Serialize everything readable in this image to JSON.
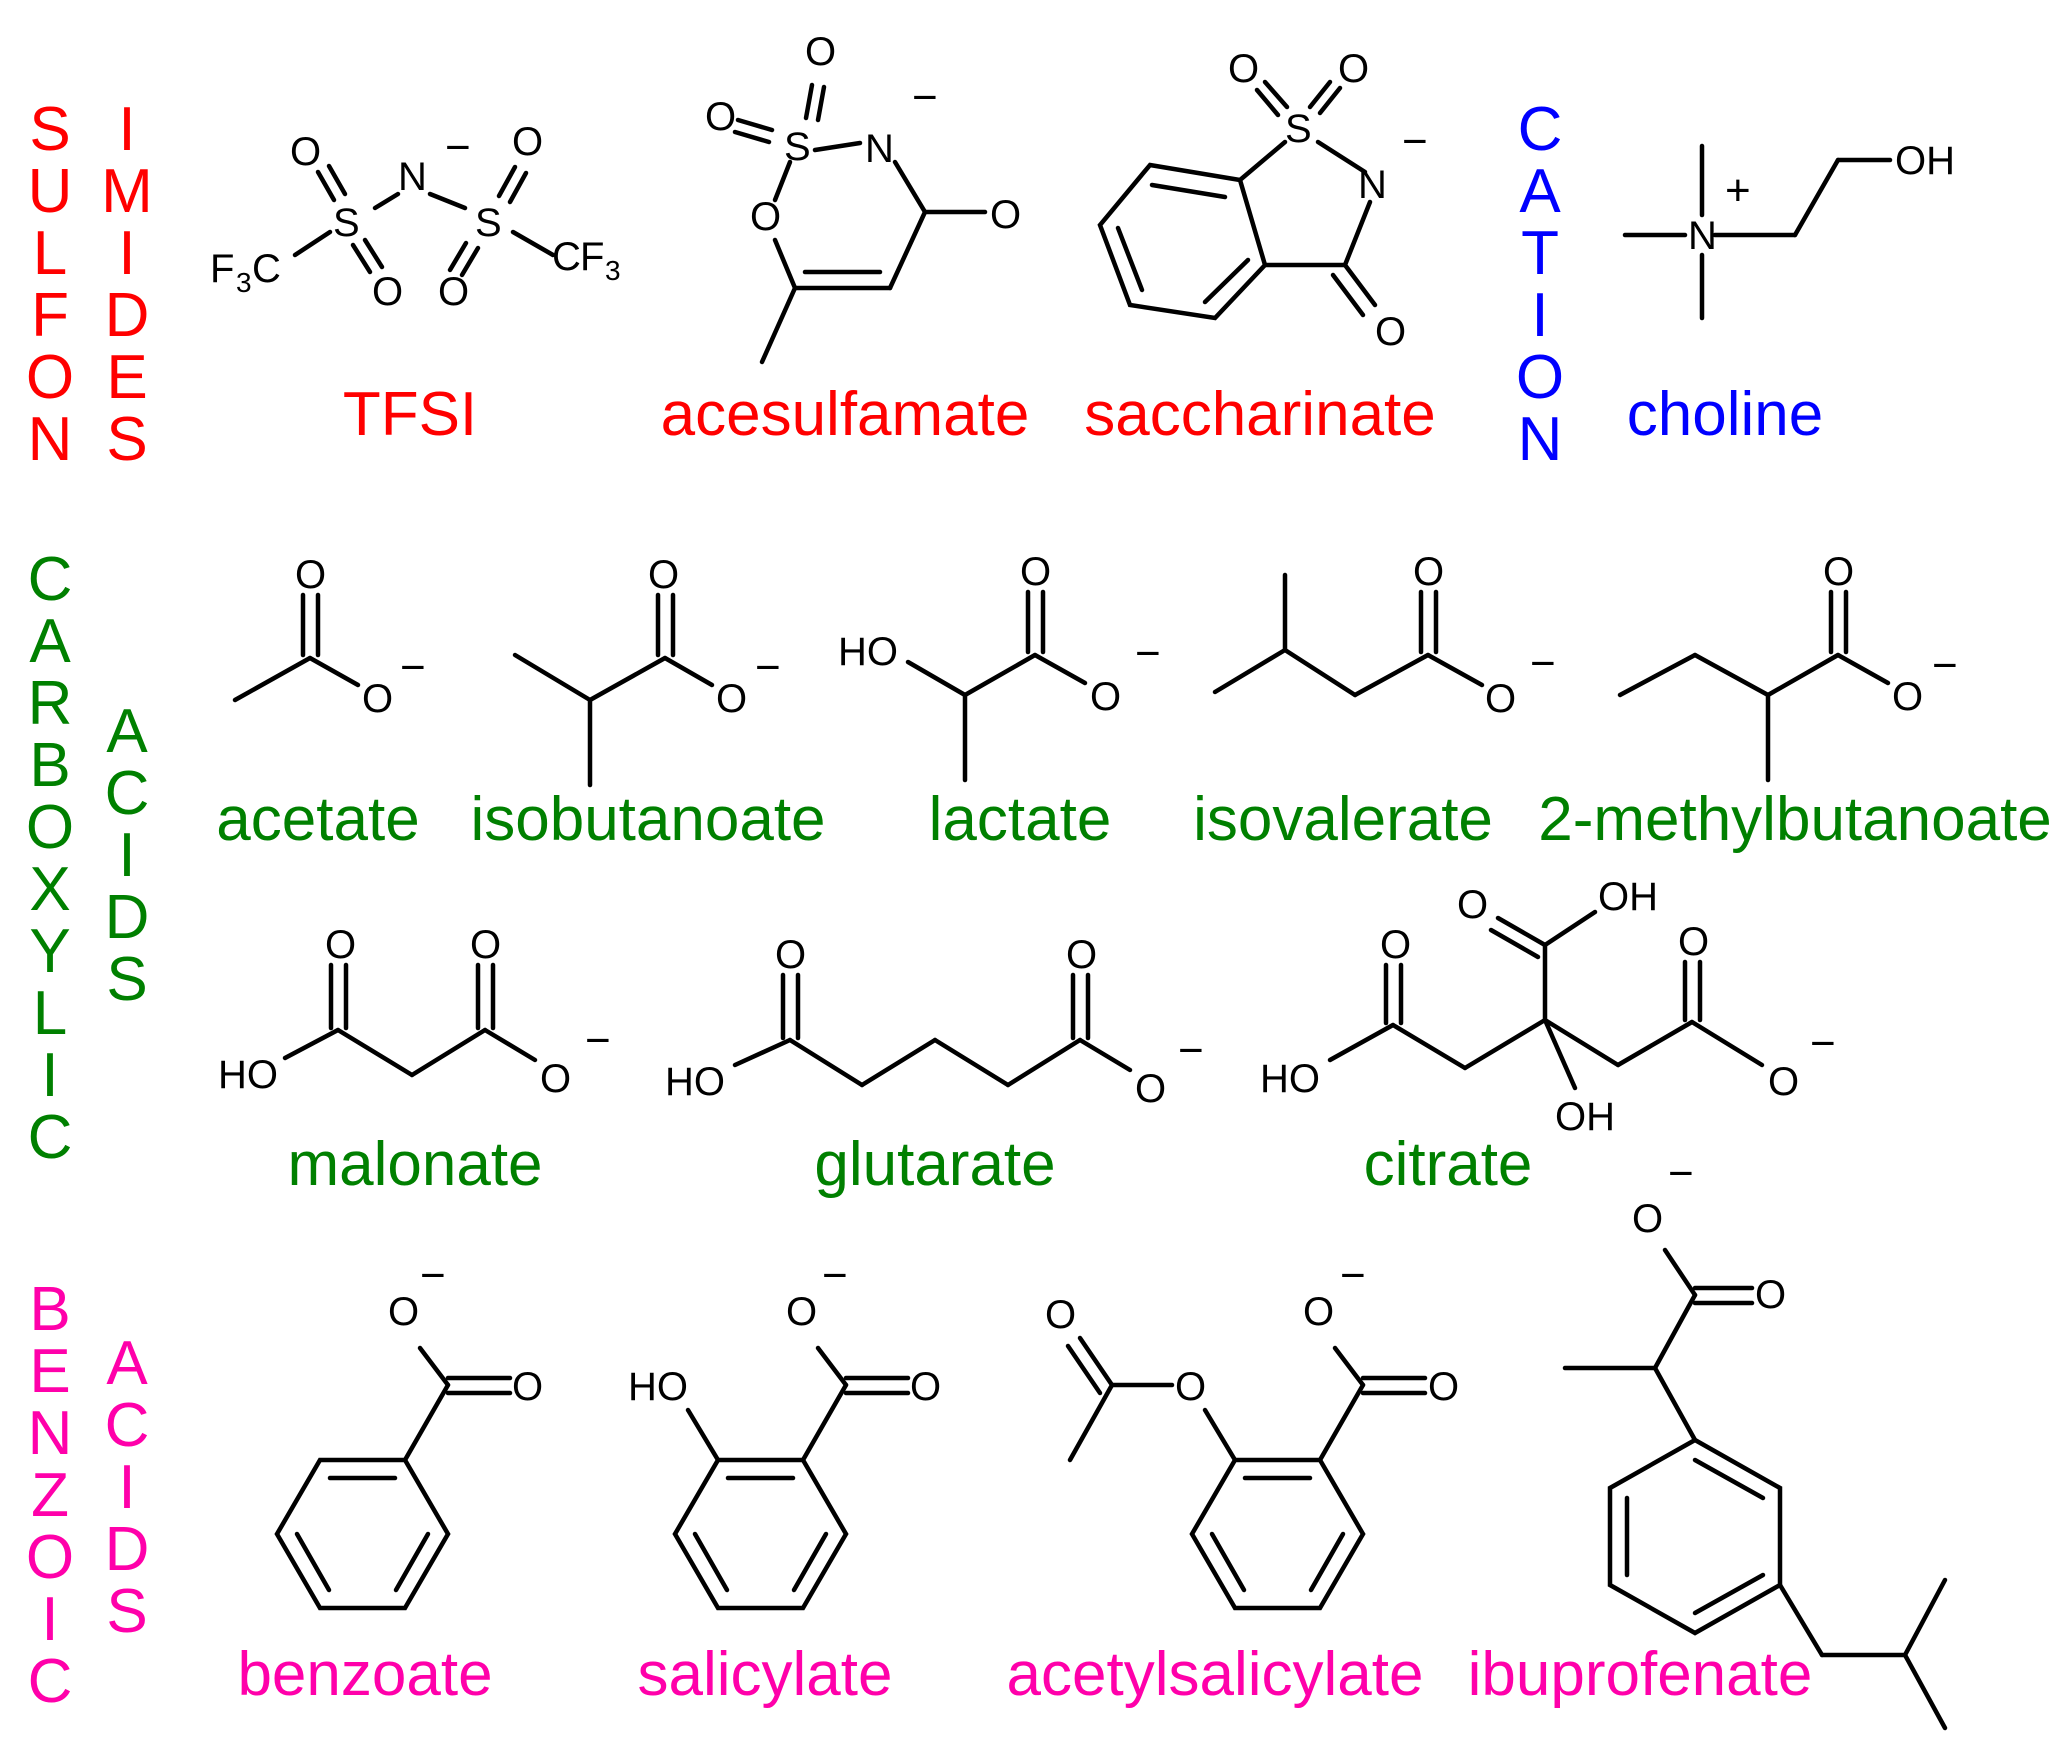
{
  "colors": {
    "sulfonimides": "#ff0000",
    "cation": "#0000ff",
    "carboxylic": "#008000",
    "benzoic": "#ff00aa"
  },
  "groups": {
    "sulfon": [
      "S",
      "U",
      "L",
      "F",
      "O",
      "N"
    ],
    "imides": [
      "I",
      "M",
      "I",
      "D",
      "E",
      "S"
    ],
    "cation": [
      "C",
      "A",
      "T",
      "I",
      "O",
      "N"
    ],
    "carboxylic": [
      "C",
      "A",
      "R",
      "B",
      "O",
      "X",
      "Y",
      "L",
      "I",
      "C"
    ],
    "acids": [
      "A",
      "C",
      "I",
      "D",
      "S"
    ],
    "benzoic": [
      "B",
      "E",
      "N",
      "Z",
      "O",
      "I",
      "C"
    ],
    "acids2": [
      "A",
      "C",
      "I",
      "D",
      "S"
    ]
  },
  "names": {
    "tfsi": "TFSI",
    "acesulfamate": "acesulfamate",
    "saccharinate": "saccharinate",
    "choline": "choline",
    "acetate": "acetate",
    "isobutanoate": "isobutanoate",
    "lactate": "lactate",
    "isovalerate": "isovalerate",
    "methylbutanoate": "2-methylbutanoate",
    "malonate": "malonate",
    "glutarate": "glutarate",
    "citrate": "citrate",
    "benzoate": "benzoate",
    "salicylate": "salicylate",
    "acetylsalicylate": "acetylsalicylate",
    "ibuprofenate": "ibuprofenate"
  },
  "atoms": {
    "o": "O",
    "n": "N",
    "s": "S",
    "ho": "HO",
    "oh": "OH",
    "c": "C",
    "f": "F",
    "three": "3",
    "minus": "−",
    "plus": "+"
  }
}
